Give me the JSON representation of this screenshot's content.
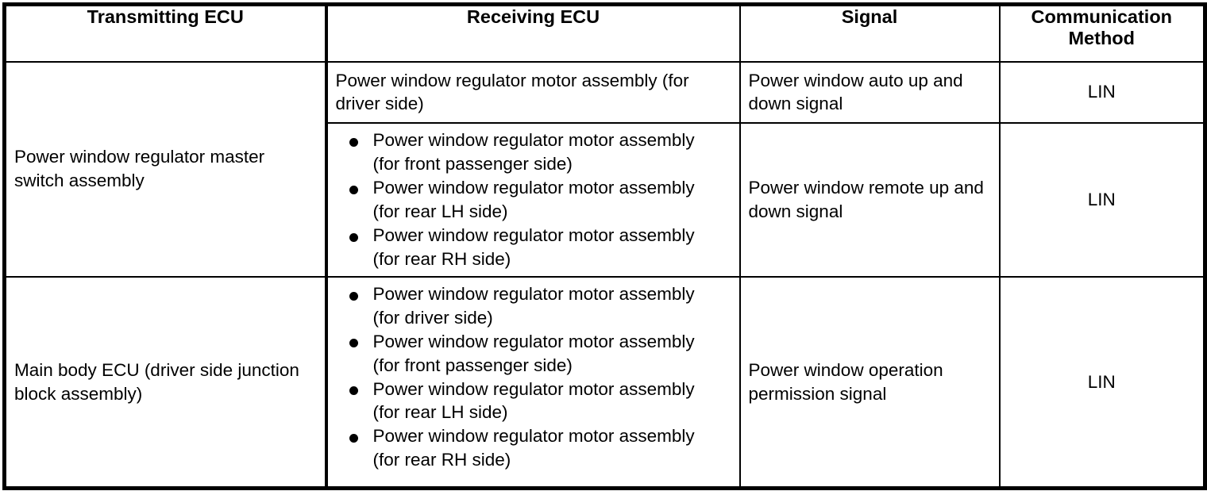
{
  "table": {
    "headers": [
      {
        "id": "transmitting-ecu",
        "label": "Transmitting ECU"
      },
      {
        "id": "receiving-ecu",
        "label": "Receiving ECU"
      },
      {
        "id": "signal",
        "label": "Signal"
      },
      {
        "id": "communication-method",
        "label": "Communication\nMethod"
      }
    ],
    "rows": [
      {
        "transmitting": "Power window regulator master switch assembly",
        "sub_rows": [
          {
            "receiving_text": "Power window regulator motor assembly (for driver side)",
            "receiving_bullets": [],
            "signal": "Power window auto up and down signal",
            "method": "LIN"
          },
          {
            "receiving_text": "",
            "receiving_bullets": [
              {
                "main": "Power window regulator motor assembly",
                "detail": "(for front passenger side)"
              },
              {
                "main": "Power window regulator motor assembly",
                "detail": "(for rear LH side)"
              },
              {
                "main": "Power window regulator motor assembly",
                "detail": "(for rear RH side)"
              }
            ],
            "signal": "Power window remote up and down signal",
            "method": "LIN"
          }
        ]
      },
      {
        "transmitting": "Main body ECU (driver side junction block assembly)",
        "sub_rows": [
          {
            "receiving_text": "",
            "receiving_bullets": [
              {
                "main": "Power window regulator motor assembly",
                "detail": "(for driver side)"
              },
              {
                "main": "Power window regulator motor assembly",
                "detail": "(for front passenger side)"
              },
              {
                "main": "Power window regulator motor assembly",
                "detail": "(for rear LH side)"
              },
              {
                "main": "Power window regulator motor assembly",
                "detail": "(for rear RH side)"
              }
            ],
            "signal": "Power window operation permission signal",
            "method": "LIN"
          }
        ]
      }
    ]
  },
  "colors": {
    "border": "#000000",
    "text": "#000000",
    "background": "#ffffff"
  }
}
